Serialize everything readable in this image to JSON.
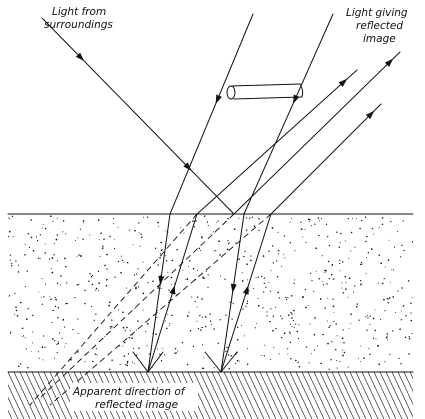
{
  "labels": {
    "light_from_surroundings": [
      "Light from",
      "surroundings"
    ],
    "light_giving_reflected_image": [
      "Light giving",
      "reflected",
      "image"
    ],
    "apparent_direction": [
      "Apparent direction of",
      "reflected image"
    ]
  },
  "colors": {
    "ink": "#111111",
    "background": "#ffffff"
  },
  "icons": {
    "arrowhead": "arrowhead-icon"
  }
}
